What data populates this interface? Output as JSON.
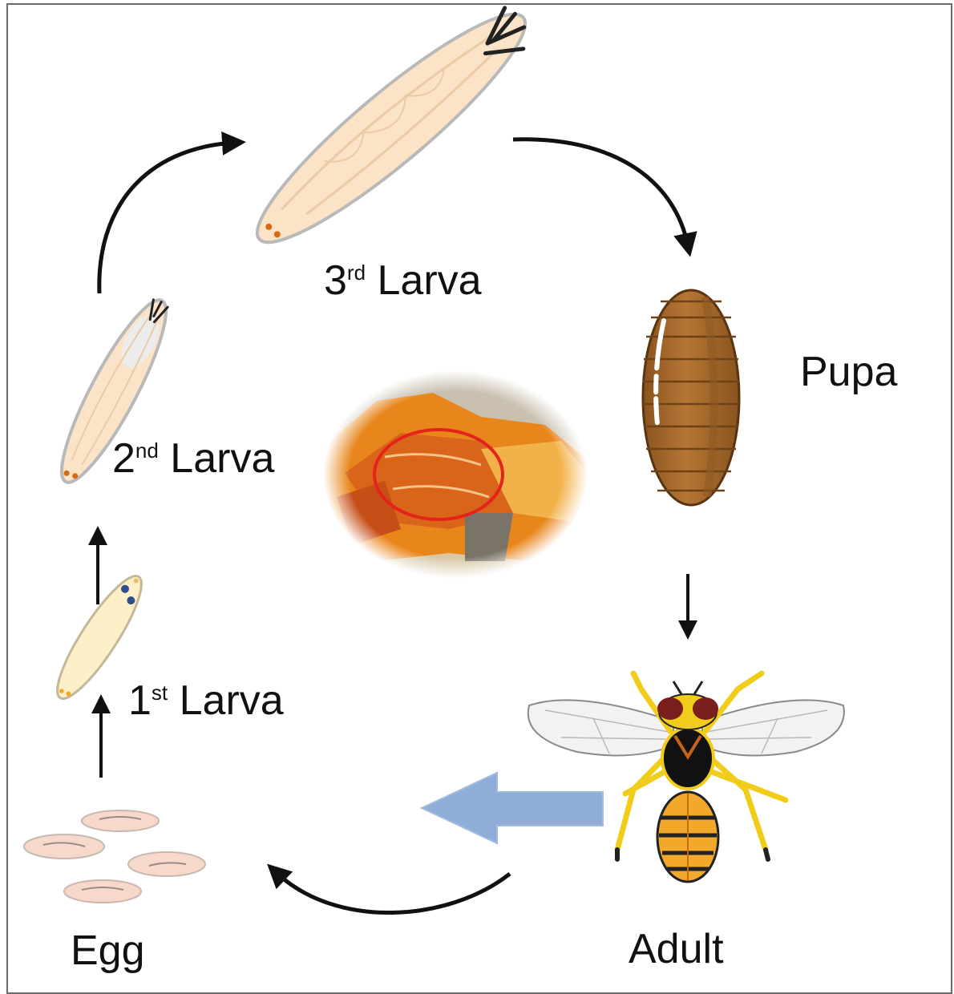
{
  "stages": {
    "third_larvae": {
      "ordinal": "3",
      "suffix": "rd",
      "name": "Larva"
    },
    "pupa": {
      "name": "Pupa"
    },
    "second_larvae": {
      "ordinal": "2",
      "suffix": "nd",
      "name": "Larva"
    },
    "first_larva": {
      "ordinal": "1",
      "suffix": "st",
      "name": "Larva"
    },
    "egg": {
      "name": "Egg"
    },
    "adult": {
      "name": "Adult"
    }
  },
  "colors": {
    "larva_fill": "#fbe3c8",
    "larva_outline": "#b9b9b9",
    "first_larva_fill": "#fdf0c8",
    "pupa_fill": "#a6692c",
    "egg_fill": "#f7d9cc",
    "highlight_circle": "#e4231b",
    "big_arrow": "#8fadd6",
    "cycle_arrow": "#111111"
  }
}
